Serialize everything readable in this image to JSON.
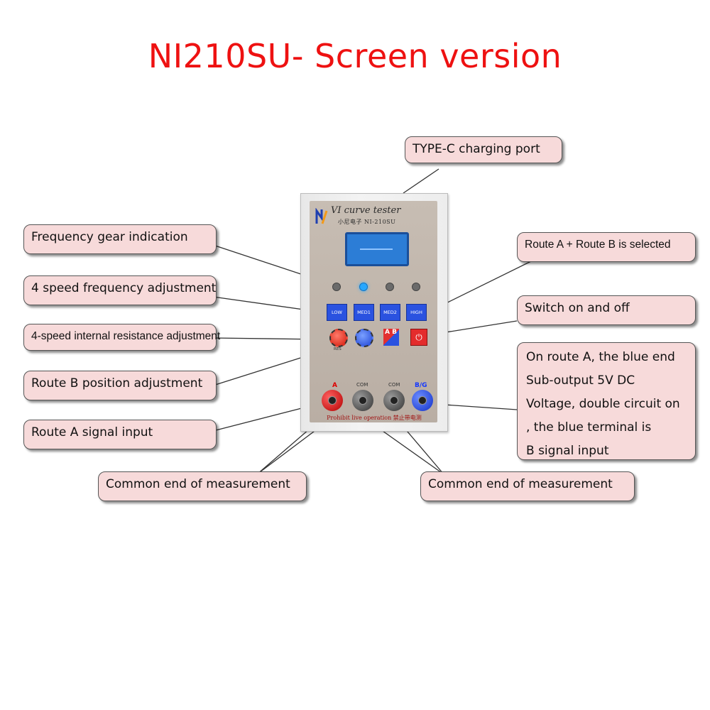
{
  "title": "NI210SU- Screen version",
  "device": {
    "brand": "VI curve tester",
    "model": "小尼电子  NI-210SU",
    "freq_buttons": [
      "LOW",
      "MED1",
      "MED2",
      "HIGH"
    ],
    "knob_label_left": "RES",
    "ab_label": "A B",
    "power_symbol": "⏻",
    "jack_labels": [
      "A",
      "COM",
      "COM",
      "B/G"
    ],
    "warning": "Prohibit live operation 禁止带电测"
  },
  "callouts": {
    "typec": "TYPE-C charging port",
    "freq_indication": "Frequency gear indication",
    "freq_adjust": "4 speed frequency adjustment",
    "resistance": "4-speed internal resistance adjustment",
    "route_b_pos": "Route B position adjustment",
    "route_a_in": "Route A signal input",
    "com_left": "Common end of measurement",
    "com_right": "Common end of measurement",
    "route_ab": "Route A + Route B is selected",
    "switch": "Switch on and off",
    "blue_end": [
      "On route A, the blue end",
      "Sub-output 5V DC",
      "Voltage, double circuit on",
      ", the blue terminal is",
      "B signal input"
    ]
  },
  "colors": {
    "title": "#ee1111",
    "callout_fill": "#f7dada",
    "button_blue": "#2a52e0",
    "led_active": "#27a7ff"
  }
}
